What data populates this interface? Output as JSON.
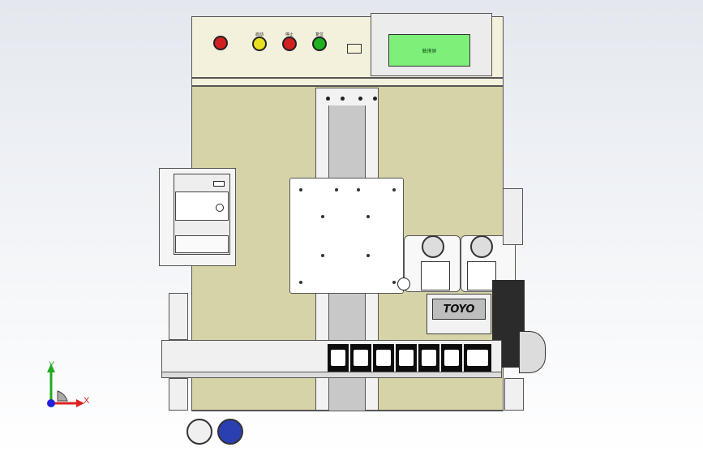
{
  "control_panel": {
    "buttons": [
      {
        "name": "emergency-stop-button",
        "color": "#d02020",
        "label": ""
      },
      {
        "name": "start-button",
        "color": "#e8e020",
        "label": "启动"
      },
      {
        "name": "stop-button",
        "color": "#d02020",
        "label": "停止"
      },
      {
        "name": "reset-button",
        "color": "#20b020",
        "label": "复位"
      }
    ],
    "hmi_screen_text": "触摸屏"
  },
  "hmi": {
    "screen_color": "#7ef07a"
  },
  "carriage_logo": "TOYO",
  "axis": {
    "y_label": "Y",
    "x_label": "X",
    "y_color": "#22aa22",
    "x_color": "#dd2222",
    "z_color": "#2222dd"
  },
  "colors": {
    "panel": "#d6d3a6",
    "cream": "#f3f0dc",
    "background": "#eef1f5"
  }
}
